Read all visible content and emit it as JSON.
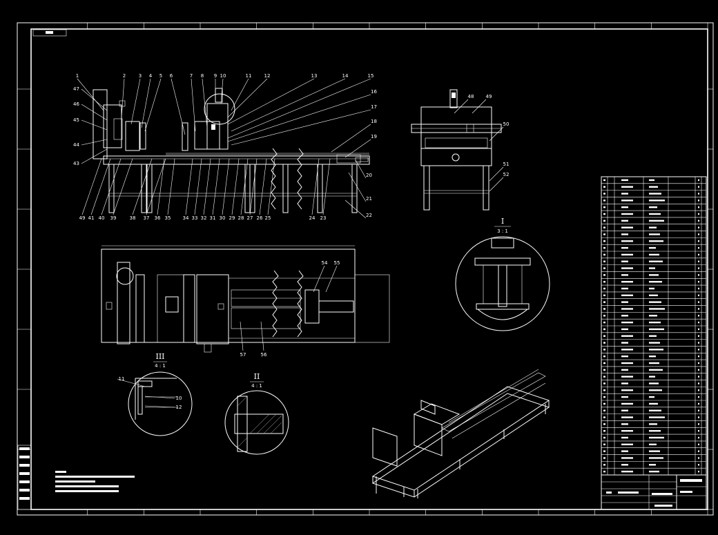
{
  "balloons_top": [
    "1",
    "2",
    "3",
    "4",
    "5",
    "6",
    "7",
    "8",
    "9",
    "10",
    "11",
    "12",
    "13",
    "14",
    "15",
    "16",
    "17",
    "18",
    "19",
    "20",
    "21",
    "22"
  ],
  "balloons_bottom": [
    "49",
    "41",
    "40",
    "39",
    "38",
    "37",
    "36",
    "35",
    "34",
    "33",
    "32",
    "31",
    "30",
    "29",
    "28",
    "27",
    "26",
    "25",
    "24",
    "23"
  ],
  "balloons_left": [
    "47",
    "46",
    "45",
    "44",
    "43"
  ],
  "balloons_side": [
    "48",
    "49",
    "50",
    "51",
    "52"
  ],
  "balloons_plan": [
    "54",
    "55",
    "57",
    "56"
  ],
  "balloons_detail3": [
    "11",
    "10",
    "12"
  ],
  "detail_views": {
    "detail1": {
      "label": "I",
      "scale": "3 : 1"
    },
    "detail2": {
      "label": "II",
      "scale": "4 : 1"
    },
    "detail3": {
      "label": "III",
      "scale": "4 : 1"
    }
  },
  "colors": {
    "background": "#000000",
    "line": "#ffffff",
    "hatch": "#bbbbbb"
  }
}
